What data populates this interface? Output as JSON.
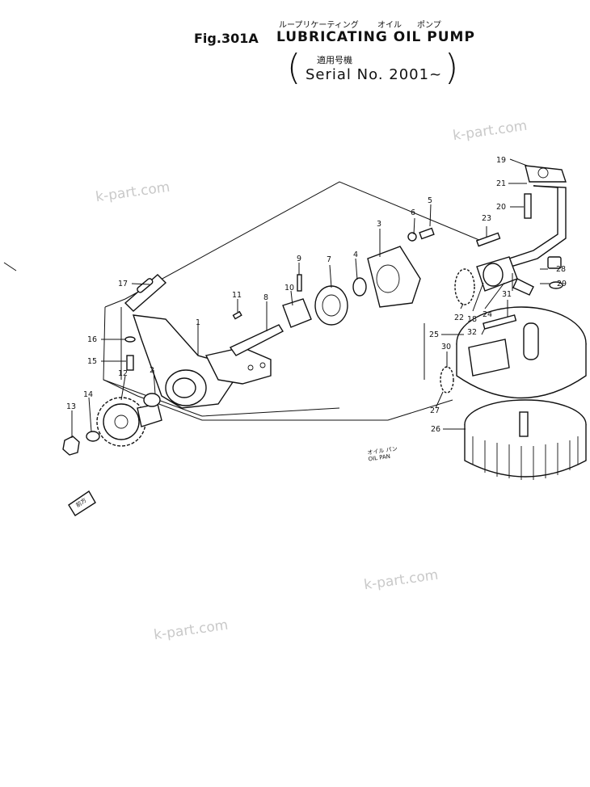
{
  "header": {
    "fig_no": "Fig.301A",
    "kana_title": "ループリケーティング",
    "kana_oil": "オイル",
    "kana_pump": "ポンプ",
    "title": "LUBRICATING OIL PUMP",
    "serial_kana": "適用号機",
    "serial": "Serial No. 2001~",
    "paren_open": "(",
    "paren_close": ")"
  },
  "watermark": "k-part.com",
  "oil_pan_note": {
    "kana": "オイル パン",
    "text": "OIL PAN"
  },
  "front_arrow": "前方",
  "parts": [
    "1",
    "2",
    "3",
    "4",
    "5",
    "6",
    "7",
    "8",
    "9",
    "10",
    "11",
    "12",
    "13",
    "14",
    "15",
    "16",
    "17",
    "18",
    "19",
    "20",
    "21",
    "22",
    "23",
    "24",
    "25",
    "26",
    "27",
    "28",
    "29",
    "30",
    "31",
    "32"
  ]
}
